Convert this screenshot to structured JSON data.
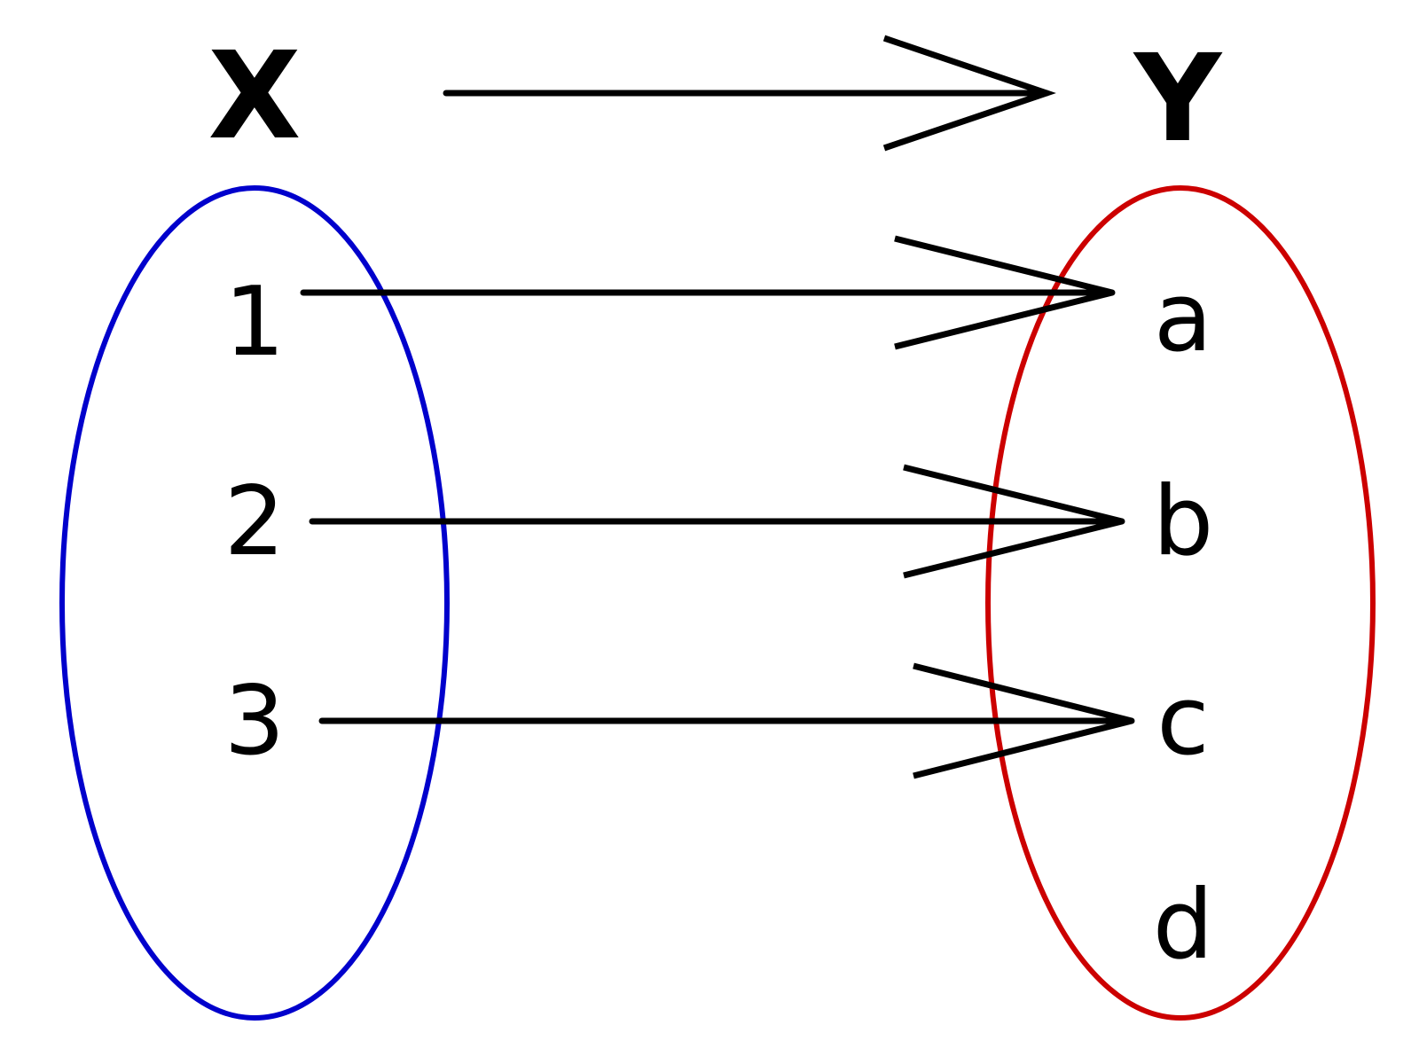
{
  "domain_set": {
    "title": "X",
    "color": "#0000cc",
    "elements": [
      "1",
      "2",
      "3"
    ]
  },
  "codomain_set": {
    "title": "Y",
    "color": "#cc0000",
    "elements": [
      "a",
      "b",
      "c",
      "d"
    ]
  },
  "mappings": [
    {
      "from": "1",
      "to": "a"
    },
    {
      "from": "2",
      "to": "b"
    },
    {
      "from": "3",
      "to": "c"
    }
  ],
  "arrow_color": "#000000"
}
